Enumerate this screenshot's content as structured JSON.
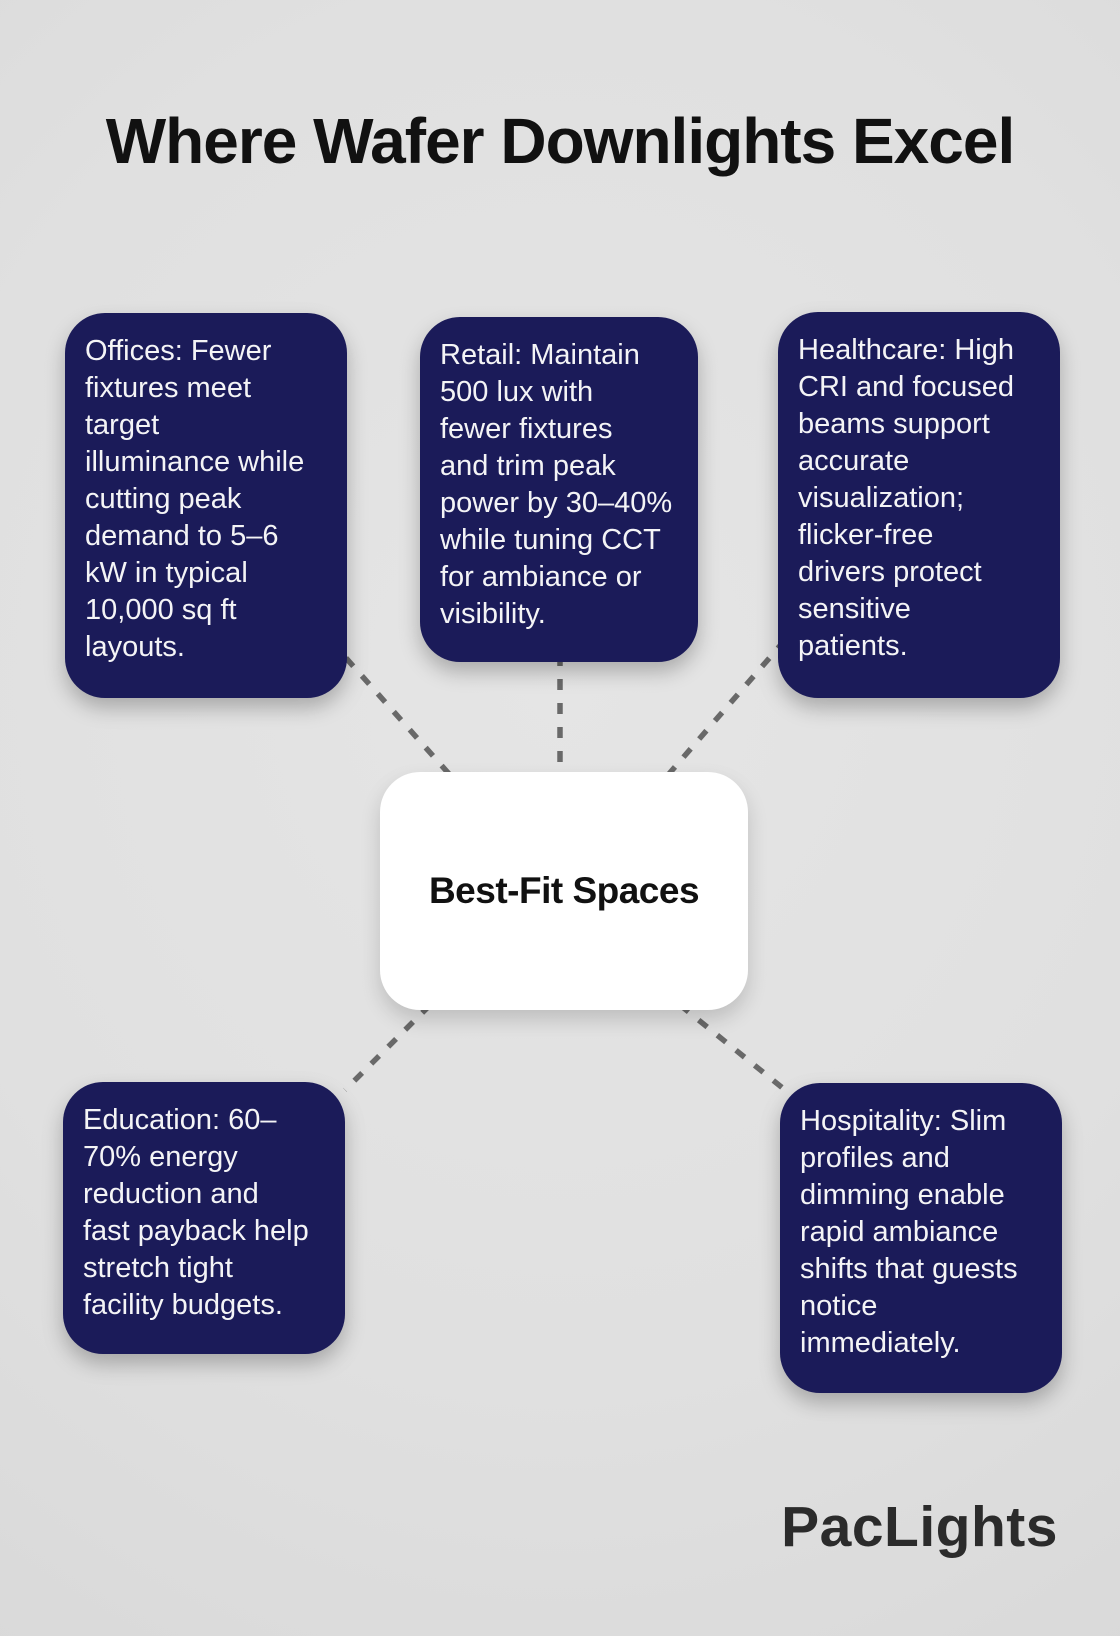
{
  "title": "Where Wafer Downlights Excel",
  "hub": {
    "label": "Best-Fit Spaces"
  },
  "nodes": [
    {
      "id": "offices",
      "text": "Offices: Fewer\nfixtures meet\ntarget\nilluminance while\ncutting peak\ndemand to 5–6\nkW in typical\n10,000 sq ft\nlayouts."
    },
    {
      "id": "retail",
      "text": "Retail: Maintain\n500 lux with\nfewer fixtures\nand trim peak\npower by 30–40%\nwhile tuning CCT\nfor ambiance or\nvisibility."
    },
    {
      "id": "healthcare",
      "text": "Healthcare: High\nCRI and focused\nbeams support\naccurate\nvisualization;\nflicker-free\ndrivers protect\nsensitive\npatients."
    },
    {
      "id": "education",
      "text": "Education: 60–\n70% energy\nreduction and\nfast payback help\nstretch tight\nfacility budgets."
    },
    {
      "id": "hospitality",
      "text": "Hospitality: Slim\nprofiles and\ndimming enable\nrapid ambiance\nshifts that guests\nnotice\nimmediately."
    }
  ],
  "logo": {
    "text": "PacLights"
  },
  "colors": {
    "background": "#e0e0e0",
    "node": "#1b1b59",
    "node_text": "#f4f4f6",
    "hub_bg": "#ffffff",
    "hub_text": "#111111",
    "connector": "#696969",
    "title_text": "#111111",
    "logo_text": "#2b2b2b"
  }
}
